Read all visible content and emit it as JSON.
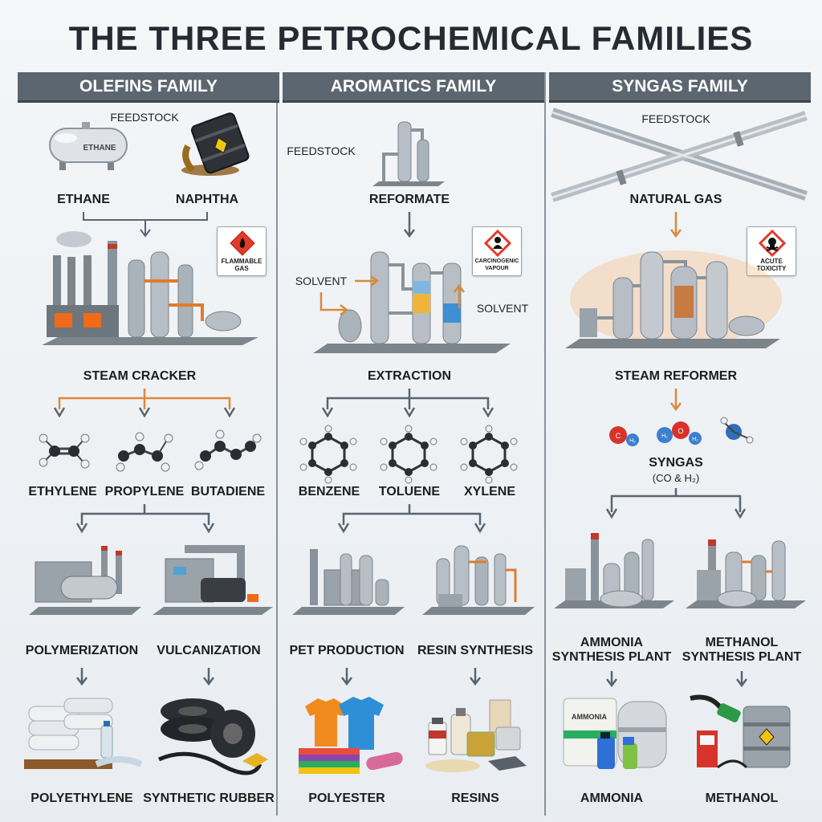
{
  "title": "THE THREE PETROCHEMICAL FAMILIES",
  "olefins": {
    "header": "OLEFINS FAMILY",
    "feedstock": "FEEDSTOCK",
    "tank_label": "ETHANE",
    "feed1": "ETHANE",
    "feed2": "NAPHTHA",
    "hazard": "FLAMMABLE GAS",
    "process": "STEAM CRACKER",
    "products": [
      "ETHYLENE",
      "PROPYLENE",
      "BUTADIENE"
    ],
    "proc2": [
      "POLYMERIZATION",
      "VULCANIZATION"
    ],
    "final": [
      "POLYETHYLENE",
      "SYNTHETIC RUBBER"
    ]
  },
  "aromatics": {
    "header": "AROMATICS FAMILY",
    "feedstock": "FEEDSTOCK",
    "feed": "REFORMATE",
    "hazard": "CARCINOGENIC VAPOUR",
    "solvent_in": "SOLVENT",
    "solvent_out": "SOLVENT",
    "process": "EXTRACTION",
    "products": [
      "BENZENE",
      "TOLUENE",
      "XYLENE"
    ],
    "proc2": [
      "PET PRODUCTION",
      "RESIN SYNTHESIS"
    ],
    "final": [
      "POLYESTER",
      "RESINS"
    ]
  },
  "syngas": {
    "header": "SYNGAS FAMILY",
    "feedstock": "FEEDSTOCK",
    "feed": "NATURAL GAS",
    "hazard": "ACUTE TOXICITY",
    "process": "STEAM REFORMER",
    "product": "SYNGAS",
    "product_sub": "(CO & H₂)",
    "molecule_labels": [
      "C",
      "H₂",
      "H₂",
      "O",
      "H₂"
    ],
    "proc2_a1": "AMMONIA",
    "proc2_a2": "SYNTHESIS PLANT",
    "proc2_b1": "METHANOL",
    "proc2_b2": "SYNTHESIS PLANT",
    "bag_label": "AMMONIA",
    "final": [
      "AMMONIA",
      "METHANOL"
    ]
  },
  "colors": {
    "banner": "#5c6670",
    "arrow": "#5a6470",
    "orange": "#d98a3a",
    "fire": "#f06a1a"
  }
}
